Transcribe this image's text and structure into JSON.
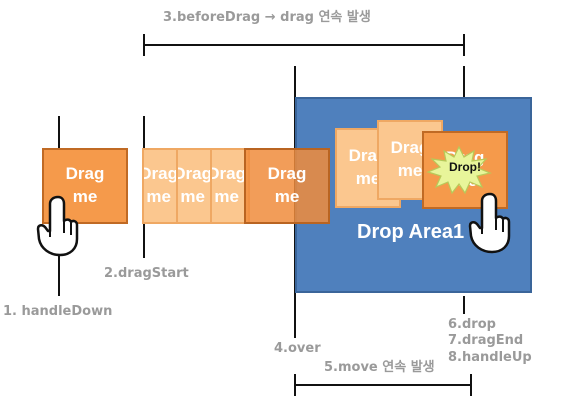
{
  "labels": {
    "before_drag": "3.beforeDrag → drag 연속 발생",
    "drag_start": "2.dragStart",
    "handle_down": "1. handleDown",
    "over": "4.over",
    "drop": "6.drop",
    "drag_end": "7.dragEnd",
    "handle_up": "8.handleUp",
    "move": "5.move 연속 발생"
  },
  "drag_box": {
    "text": "Drag\nme"
  },
  "drop_area": {
    "title": "Drop Area1"
  },
  "burst": {
    "text": "Drop!"
  },
  "colors": {
    "drop_area": "#4f80bd",
    "box_solid": "#f59a4b",
    "box_ghost": "#fbc78f",
    "burst": "#e8f59a",
    "label_gray": "#9a9a9a"
  },
  "icons": [
    "hand-pointer-icon",
    "starburst-icon"
  ]
}
